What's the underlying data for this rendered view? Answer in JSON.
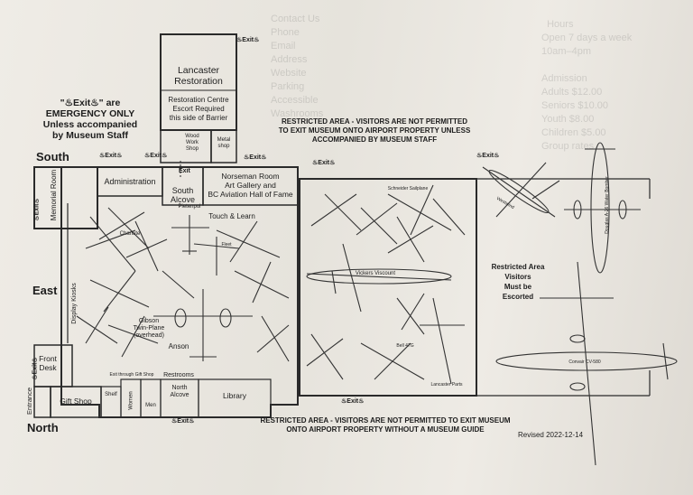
{
  "header": {
    "emergency_line1": "\"♨Exit♨\" are",
    "emergency_line2": "EMERGENCY ONLY",
    "emergency_line3": "Unless accompanied",
    "emergency_line4": "by Museum Staff"
  },
  "notices": {
    "restricted_top_1": "RESTRICTED AREA - VISITORS ARE NOT PERMITTED",
    "restricted_top_2": "TO EXIT MUSEUM ONTO AIRPORT PROPERTY UNLESS",
    "restricted_top_3": "ACCOMPANIED BY MUSEUM STAFF",
    "restricted_bottom_1": "RESTRICTED AREA - VISITORS ARE NOT PERMITTED TO EXIT MUSEUM",
    "restricted_bottom_2": "ONTO AIRPORT PROPERTY WITHOUT A MUSEUM GUIDE",
    "restricted_escort_1": "Restricted Area",
    "restricted_escort_2": "Visitors",
    "restricted_escort_3": "Must be",
    "restricted_escort_4": "Escorted",
    "revised": "Revised 2022-12-14"
  },
  "compass": {
    "south": "South",
    "east": "East",
    "north": "North"
  },
  "rooms": {
    "lancaster_1": "Lancaster",
    "lancaster_2": "Restoration",
    "restoration_1": "Restoration Centre",
    "restoration_2": "Escort Required",
    "restoration_3": "this side of Barrier",
    "wood_shop_1": "Wood",
    "wood_shop_2": "Work",
    "wood_shop_3": "Shop",
    "metal_shop_1": "Metal",
    "metal_shop_2": "shop",
    "memorial_room": "Memorial Room",
    "administration": "Administration",
    "south_alcove_1": "South",
    "south_alcove_2": "Alcove",
    "norseman_1": "Norseman Room",
    "norseman_2": "Art Gallery and",
    "norseman_3": "BC Aviation Hall of Fame",
    "touch_learn": "Touch & Learn",
    "display_kiosks": "Display Kiosks",
    "front_desk_1": "Front",
    "front_desk_2": "Desk",
    "entrance": "Entrance",
    "gift_shop": "Gift Shop",
    "shelf": "Shelf",
    "women": "Women",
    "men": "Men",
    "restrooms": "Restrooms",
    "north_alcove_1": "North",
    "north_alcove_2": "Alcove",
    "library": "Library",
    "exit_gift_shop": "Exit through Gift Shop"
  },
  "aircraft": {
    "pietenpol": "Pietenpol",
    "chanute": "Chanute",
    "gibson_1": "Gibson",
    "gibson_2": "Twin-Plane",
    "gibson_3": "(overhead)",
    "anson": "Anson",
    "fleet": "Fleet",
    "vickers_viscount": "Vickers Viscount",
    "schneider": "Schneider Sailplane",
    "bell": "Bell 47G",
    "lancaster_parts": "Lancaster Parts",
    "westwind": "Westwind",
    "douglas": "Douglas A-26 Water Bomber",
    "convair": "Convair CV-580"
  },
  "exits": {
    "exit_label": "♨Exit♨",
    "exit_short": "Exit"
  },
  "colors": {
    "ink": "#1d1d1d",
    "paper": "#ebe8e2"
  }
}
